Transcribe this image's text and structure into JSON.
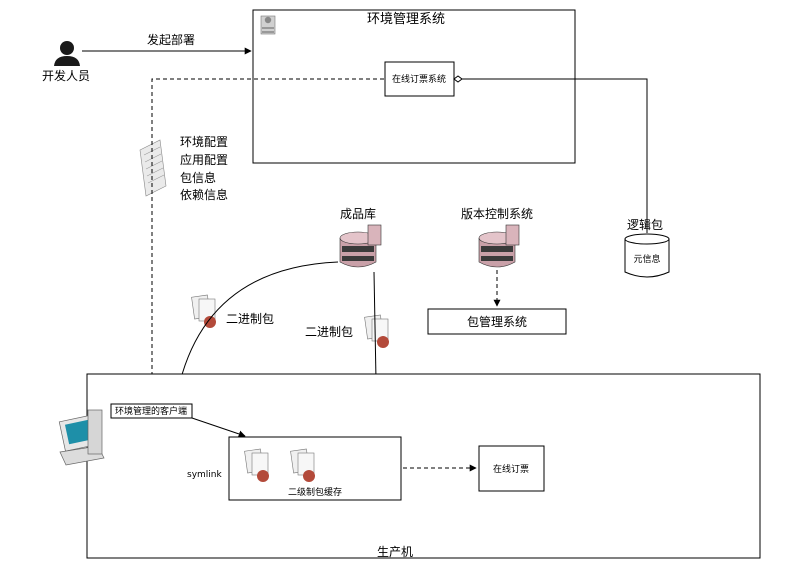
{
  "env_system": {
    "title": "环境管理系统",
    "inner_label": "在线订票系统"
  },
  "developer": {
    "label": "开发人员",
    "action": "发起部署"
  },
  "config_doc": {
    "lines": [
      "环境配置",
      "应用配置",
      "包信息",
      "依赖信息"
    ]
  },
  "artifact_repo": {
    "label": "成品库"
  },
  "vcs": {
    "label": "版本控制系统"
  },
  "package_mgmt": {
    "label": "包管理系统"
  },
  "logic_pkg": {
    "label": "逻辑包",
    "db_label": "元信息"
  },
  "binary_left": {
    "label": "二进制包"
  },
  "binary_right": {
    "label": "二进制包"
  },
  "production": {
    "label": "生产机",
    "client_label": "环境管理的客户端",
    "symlink": "symlink",
    "cache_label": "二级制包缓存",
    "app_label": "在线订票"
  },
  "colors": {
    "db_body": "#c9a0a8",
    "db_dark": "#3a3a3a",
    "doc": "#e8e8e8"
  }
}
